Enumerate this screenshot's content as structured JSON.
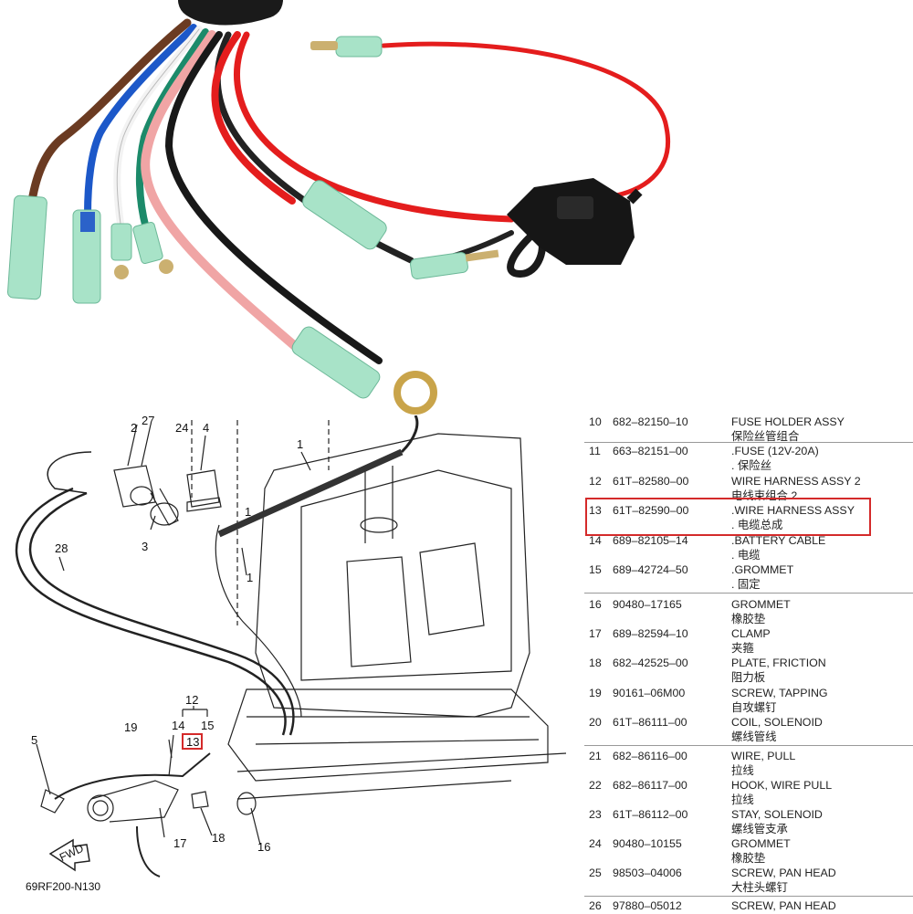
{
  "diagram": {
    "code": "69RF200-N130",
    "fwd_label": "FWD",
    "callouts": [
      "27",
      "2",
      "24",
      "4",
      "1",
      "1",
      "3",
      "28",
      "1",
      "12",
      "14",
      "15",
      "19",
      "13",
      "5",
      "17",
      "18",
      "16"
    ],
    "highlighted_callout": "13"
  },
  "parts": [
    {
      "no": "10",
      "pn": "682–82150–10",
      "name": "FUSE HOLDER ASSY",
      "cn": "保险丝管组合"
    },
    {
      "no": "11",
      "pn": "663–82151–00",
      "name": ".FUSE (12V-20A)",
      "cn": ". 保险丝"
    },
    {
      "no": "12",
      "pn": "61T–82580–00",
      "name": "WIRE HARNESS ASSY 2",
      "cn": "电线束组合 2"
    },
    {
      "no": "13",
      "pn": "61T–82590–00",
      "name": ".WIRE HARNESS ASSY",
      "cn": ". 电缆总成"
    },
    {
      "no": "14",
      "pn": "689–82105–14",
      "name": ".BATTERY CABLE",
      "cn": ". 电缆"
    },
    {
      "no": "15",
      "pn": "689–42724–50",
      "name": ".GROMMET",
      "cn": ". 固定"
    },
    {
      "no": "16",
      "pn": "90480–17165",
      "name": "GROMMET",
      "cn": "橡胶垫"
    },
    {
      "no": "17",
      "pn": "689–82594–10",
      "name": "CLAMP",
      "cn": "夹箍"
    },
    {
      "no": "18",
      "pn": "682–42525–00",
      "name": "PLATE, FRICTION",
      "cn": "阻力板"
    },
    {
      "no": "19",
      "pn": "90161–06M00",
      "name": "SCREW, TAPPING",
      "cn": "自攻螺钉"
    },
    {
      "no": "20",
      "pn": "61T–86111–00",
      "name": "COIL, SOLENOID",
      "cn": "螺线管线"
    },
    {
      "no": "21",
      "pn": "682–86116–00",
      "name": "WIRE, PULL",
      "cn": "拉线"
    },
    {
      "no": "22",
      "pn": "682–86117–00",
      "name": "HOOK, WIRE PULL",
      "cn": "拉线"
    },
    {
      "no": "23",
      "pn": "61T–86112–00",
      "name": "STAY, SOLENOID",
      "cn": "螺线管支承"
    },
    {
      "no": "24",
      "pn": "90480–10155",
      "name": "GROMMET",
      "cn": "橡胶垫"
    },
    {
      "no": "25",
      "pn": "98503–04006",
      "name": "SCREW, PAN HEAD",
      "cn": "大柱头螺钉"
    },
    {
      "no": "26",
      "pn": "97880–05012",
      "name": "SCREW, PAN HEAD",
      "cn": ""
    }
  ]
}
